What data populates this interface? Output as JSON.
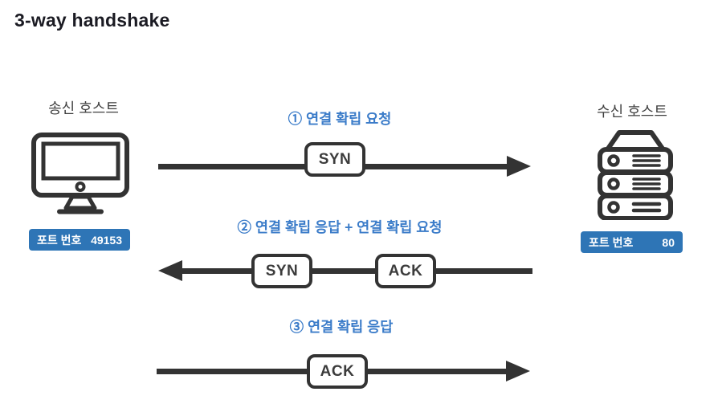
{
  "title": "3-way handshake",
  "colors": {
    "badge_blue": "#2E75B6",
    "step_label_blue": "#3B7CC9",
    "stroke_dark": "#333333",
    "title_color": "#1B1B23"
  },
  "hosts": {
    "sender": {
      "name": "송신 호스트",
      "icon": "desktop-computer-icon",
      "port_label": "포트 번호",
      "port_value": "49153"
    },
    "receiver": {
      "name": "수신 호스트",
      "icon": "server-stack-icon",
      "port_label": "포트 번호",
      "port_value": "80"
    }
  },
  "steps": [
    {
      "label": "① 연결 확립 요청",
      "direction": "right",
      "segments": [
        "SYN"
      ]
    },
    {
      "label": "② 연결 확립 응답 + 연결 확립 요청",
      "direction": "left",
      "segments": [
        "SYN",
        "ACK"
      ]
    },
    {
      "label": "③ 연결 확립 응답",
      "direction": "right",
      "segments": [
        "ACK"
      ]
    }
  ]
}
